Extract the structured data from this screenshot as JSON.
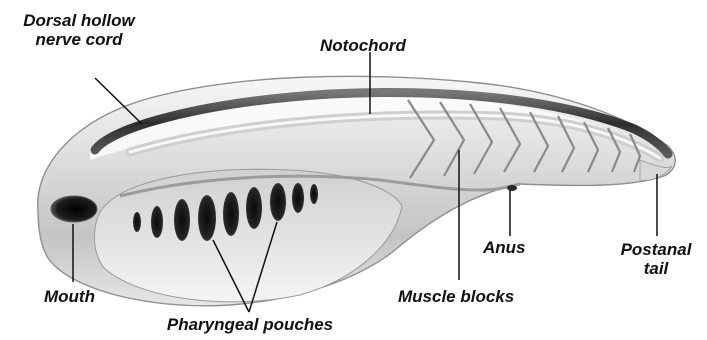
{
  "labels": {
    "dorsal_nerve_cord": [
      "Dorsal hollow",
      "nerve cord"
    ],
    "notochord": "Notochord",
    "mouth": "Mouth",
    "pharyngeal_pouches": "Pharyngeal pouches",
    "muscle_blocks": "Muscle blocks",
    "anus": "Anus",
    "postanal_tail": [
      "Postanal",
      "tail"
    ]
  },
  "colors": {
    "body_light": "#f2f2f2",
    "body_shade": "#b9b9b9",
    "cord_dark": "#3a3a3a",
    "slit_dark": "#1a1a1a",
    "leader_line": "#111111"
  }
}
